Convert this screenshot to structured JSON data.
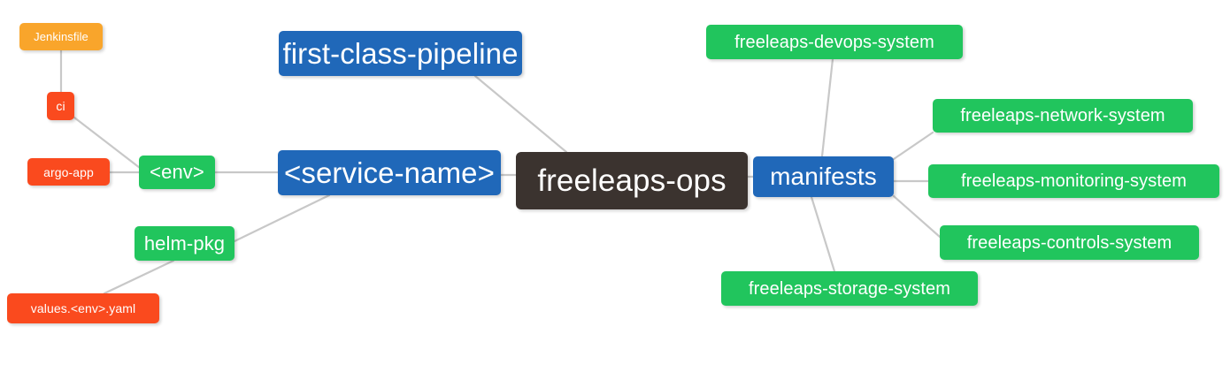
{
  "diagram": {
    "type": "mindmap",
    "root": "freeleaps-ops",
    "background": "#ffffff",
    "edge_color": "#c8c8c8",
    "palette": {
      "root": "#3b332f",
      "blue": "#2068b9",
      "green": "#21c55d",
      "orange": "#f9a52b",
      "red": "#fa4a1e"
    }
  },
  "nodes": {
    "root": {
      "label": "freeleaps-ops"
    },
    "first_class_pipeline": {
      "label": "first-class-pipeline"
    },
    "service_name": {
      "label": "<service-name>"
    },
    "env": {
      "label": "<env>"
    },
    "ci": {
      "label": "ci"
    },
    "jenkinsfile": {
      "label": "Jenkinsfile"
    },
    "argo_app": {
      "label": "argo-app"
    },
    "helm_pkg": {
      "label": "helm-pkg"
    },
    "values_yaml": {
      "label": "values.<env>.yaml"
    },
    "manifests": {
      "label": "manifests"
    },
    "devops_system": {
      "label": "freeleaps-devops-system"
    },
    "network_system": {
      "label": "freeleaps-network-system"
    },
    "monitoring_system": {
      "label": "freeleaps-monitoring-system"
    },
    "controls_system": {
      "label": "freeleaps-controls-system"
    },
    "storage_system": {
      "label": "freeleaps-storage-system"
    }
  },
  "edges": [
    {
      "from": "first_class_pipeline",
      "to": "root"
    },
    {
      "from": "service_name",
      "to": "root"
    },
    {
      "from": "env",
      "to": "service_name"
    },
    {
      "from": "ci",
      "to": "env"
    },
    {
      "from": "jenkinsfile",
      "to": "ci"
    },
    {
      "from": "argo_app",
      "to": "env"
    },
    {
      "from": "helm_pkg",
      "to": "service_name"
    },
    {
      "from": "values_yaml",
      "to": "helm_pkg"
    },
    {
      "from": "manifests",
      "to": "root"
    },
    {
      "from": "devops_system",
      "to": "manifests"
    },
    {
      "from": "network_system",
      "to": "manifests"
    },
    {
      "from": "monitoring_system",
      "to": "manifests"
    },
    {
      "from": "controls_system",
      "to": "manifests"
    },
    {
      "from": "storage_system",
      "to": "manifests"
    }
  ]
}
